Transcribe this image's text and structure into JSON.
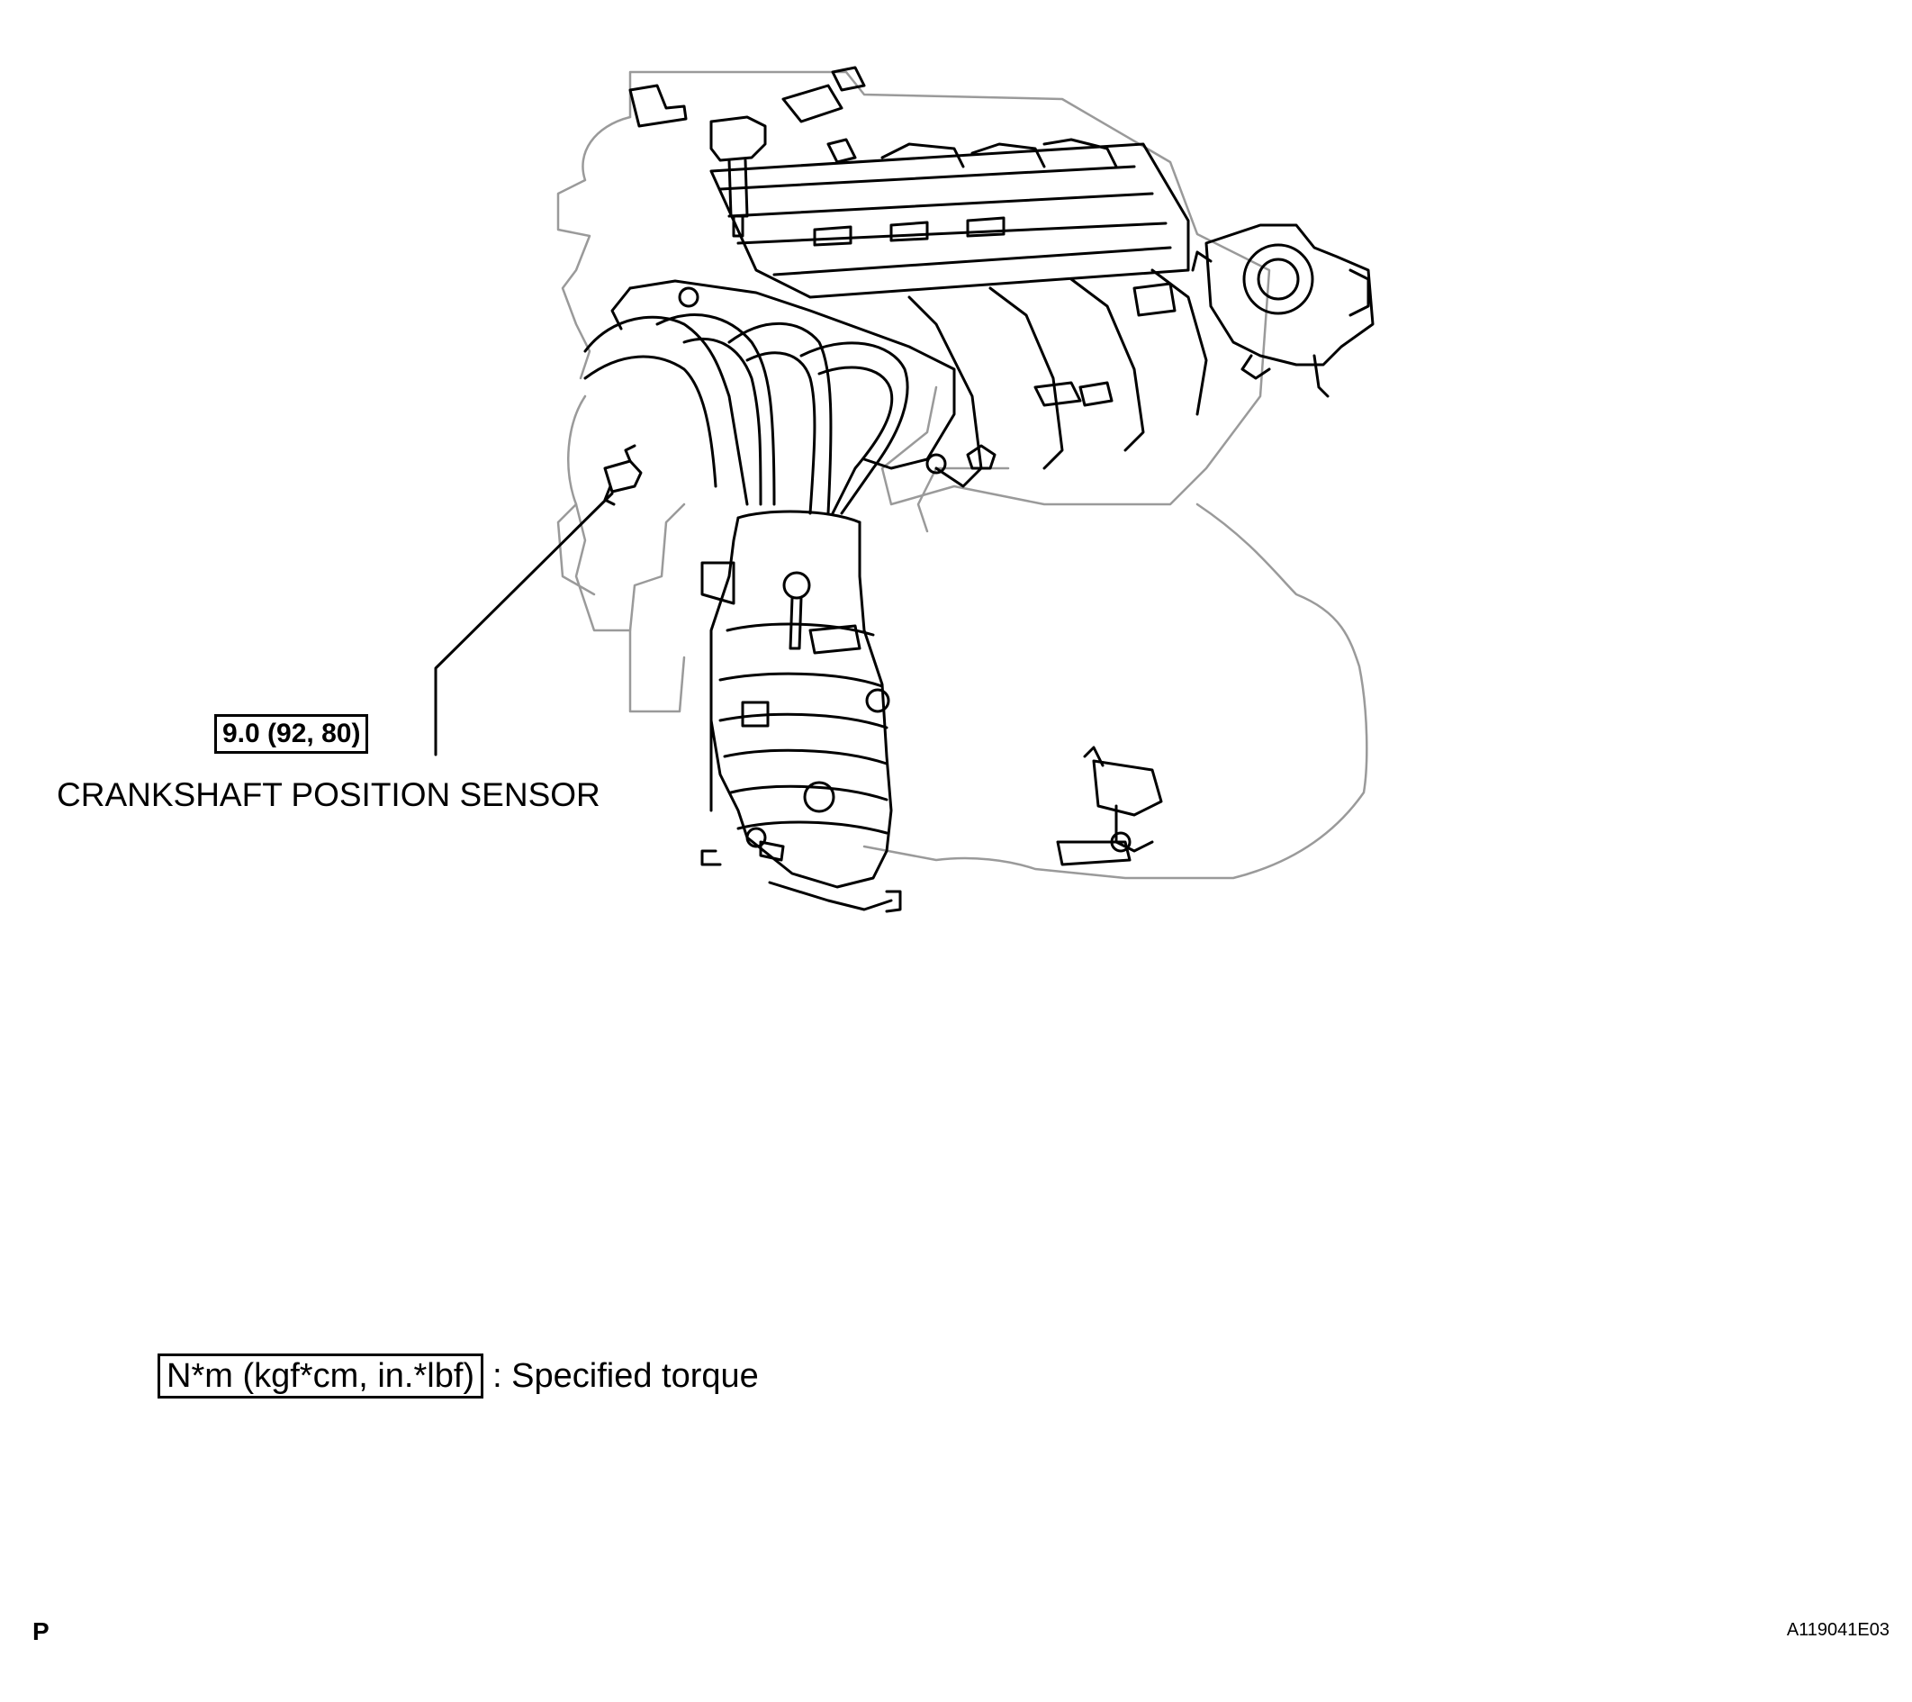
{
  "callouts": {
    "torque_value": "9.0 (92, 80)",
    "part_name": "CRANKSHAFT POSITION SENSOR"
  },
  "legend": {
    "symbol_text": "N*m (kgf*cm, in.*lbf)",
    "description": ": Specified torque"
  },
  "footer": {
    "left_code": "P",
    "figure_id": "A119041E03"
  }
}
